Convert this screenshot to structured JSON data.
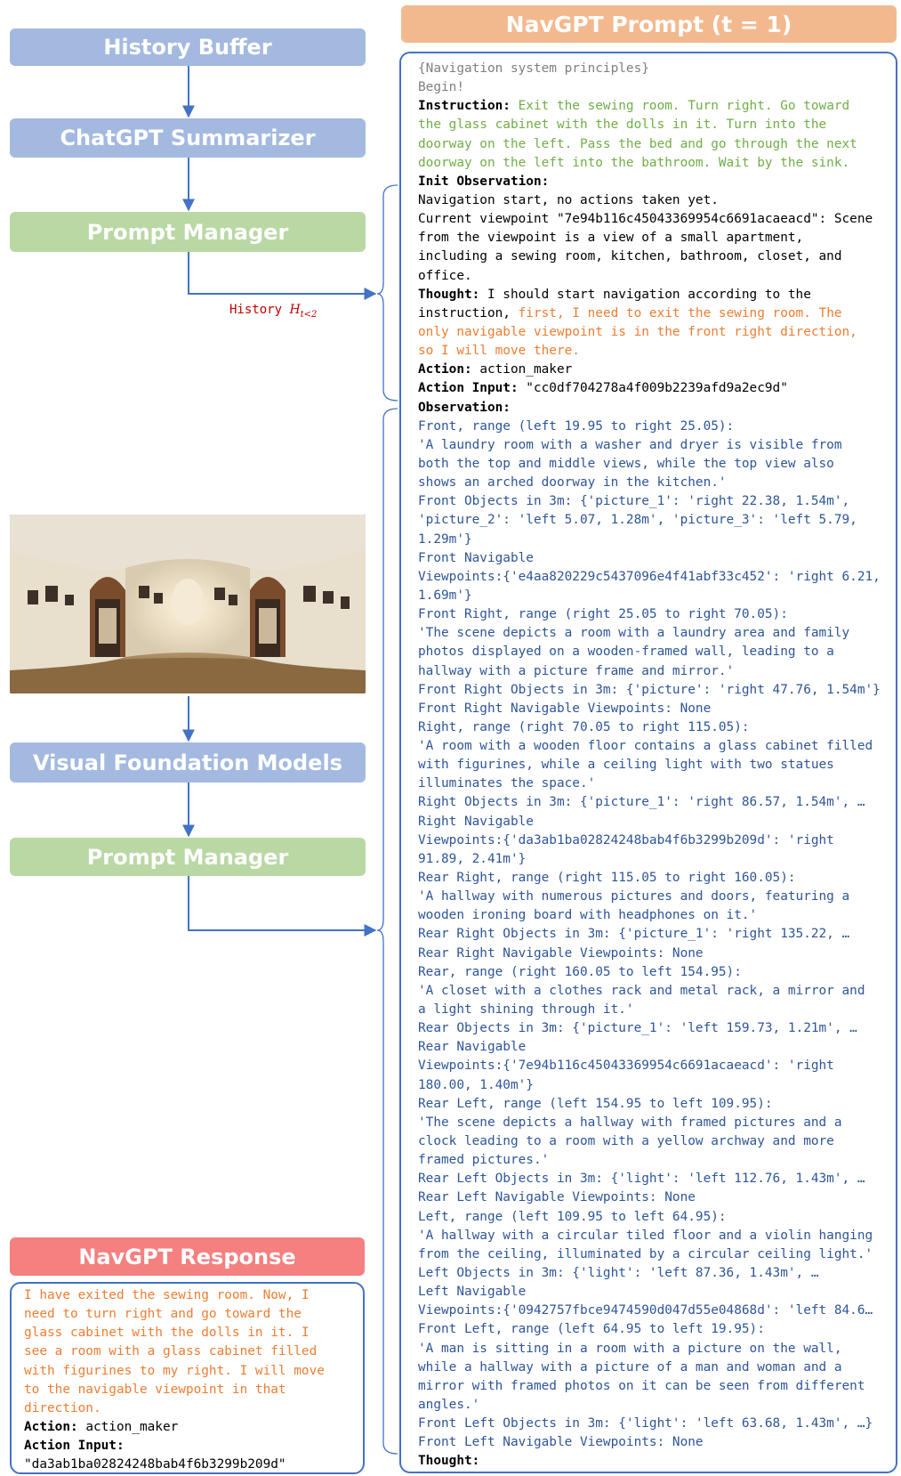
{
  "left": {
    "history_buffer": "History Buffer",
    "summarizer": "ChatGPT Summarizer",
    "prompt_manager_1": "Prompt Manager",
    "history_label_text": "History ",
    "history_label_math": "H",
    "history_label_sub": "t<2",
    "vfm": "Visual Foundation Models",
    "prompt_manager_2": "Prompt Manager"
  },
  "prompt": {
    "title": "NavGPT Prompt (t = 1)",
    "lines": [
      {
        "segs": [
          {
            "c": "c-gray",
            "t": "{Navigation system principles}"
          }
        ]
      },
      {
        "segs": [
          {
            "c": "c-gray",
            "t": "Begin!"
          }
        ]
      },
      {
        "segs": [
          {
            "c": "kw",
            "t": "Instruction:"
          },
          {
            "c": "c-green",
            "t": "  Exit the sewing room. Turn right. Go toward"
          }
        ]
      },
      {
        "segs": [
          {
            "c": "c-green",
            "t": "the glass cabinet with the dolls in it. Turn into the"
          }
        ]
      },
      {
        "segs": [
          {
            "c": "c-green",
            "t": "doorway on the left. Pass the bed and go through the next"
          }
        ]
      },
      {
        "segs": [
          {
            "c": "c-green",
            "t": "doorway on the left into the bathroom. Wait by the sink."
          }
        ]
      },
      {
        "segs": [
          {
            "c": "kw",
            "t": "Init Observation:"
          }
        ]
      },
      {
        "segs": [
          {
            "c": "c-black",
            "t": "Navigation start, no actions taken yet."
          }
        ]
      },
      {
        "segs": [
          {
            "c": "c-black",
            "t": "Current viewpoint \"7e94b116c45043369954c6691acaeacd\": Scene"
          }
        ]
      },
      {
        "segs": [
          {
            "c": "c-black",
            "t": "from the viewpoint is a view of a small apartment,"
          }
        ]
      },
      {
        "segs": [
          {
            "c": "c-black",
            "t": "including a sewing room, kitchen, bathroom, closet, and"
          }
        ]
      },
      {
        "segs": [
          {
            "c": "c-black",
            "t": "office."
          }
        ]
      },
      {
        "segs": [
          {
            "c": "kw",
            "t": "Thought:"
          },
          {
            "c": "c-black",
            "t": " I should start navigation according to the"
          }
        ]
      },
      {
        "segs": [
          {
            "c": "c-black",
            "t": "instruction, "
          },
          {
            "c": "c-orange",
            "t": "first, I need to exit the sewing room. The"
          }
        ]
      },
      {
        "segs": [
          {
            "c": "c-orange",
            "t": "only navigable viewpoint is in the front right direction,"
          }
        ]
      },
      {
        "segs": [
          {
            "c": "c-orange",
            "t": "so I will move there."
          }
        ]
      },
      {
        "segs": [
          {
            "c": "kw",
            "t": "Action:"
          },
          {
            "c": "c-black",
            "t": " action_maker"
          }
        ]
      },
      {
        "segs": [
          {
            "c": "kw",
            "t": "Action Input:"
          },
          {
            "c": "c-black",
            "t": " \"cc0df704278a4f009b2239afd9a2ec9d\""
          }
        ]
      },
      {
        "segs": [
          {
            "c": "kw",
            "t": "Observation:"
          }
        ]
      },
      {
        "segs": [
          {
            "c": "c-blue",
            "t": "Front, range (left 19.95 to right 25.05):"
          }
        ]
      },
      {
        "segs": [
          {
            "c": "c-blue",
            "t": "'A laundry room with a washer and dryer is visible from"
          }
        ]
      },
      {
        "segs": [
          {
            "c": "c-blue",
            "t": "both the top and middle views, while the top view also"
          }
        ]
      },
      {
        "segs": [
          {
            "c": "c-blue",
            "t": "shows an arched doorway in the kitchen.'"
          }
        ]
      },
      {
        "segs": [
          {
            "c": "c-blue",
            "t": "Front Objects in 3m: {'picture_1': 'right 22.38, 1.54m',"
          }
        ]
      },
      {
        "segs": [
          {
            "c": "c-blue",
            "t": "'picture_2': 'left 5.07, 1.28m', 'picture_3': 'left 5.79,"
          }
        ]
      },
      {
        "segs": [
          {
            "c": "c-blue",
            "t": "1.29m'}"
          }
        ]
      },
      {
        "segs": [
          {
            "c": "c-blue",
            "t": "Front Navigable"
          }
        ]
      },
      {
        "segs": [
          {
            "c": "c-blue",
            "t": "Viewpoints:{'e4aa820229c5437096e4f41abf33c452': 'right 6.21,"
          }
        ]
      },
      {
        "segs": [
          {
            "c": "c-blue",
            "t": "1.69m'}"
          }
        ]
      },
      {
        "segs": [
          {
            "c": "c-blue",
            "t": "Front Right, range (right 25.05 to right 70.05):"
          }
        ]
      },
      {
        "segs": [
          {
            "c": "c-blue",
            "t": "'The scene depicts a room with a laundry area and family"
          }
        ]
      },
      {
        "segs": [
          {
            "c": "c-blue",
            "t": "photos displayed on a wooden-framed wall, leading to a"
          }
        ]
      },
      {
        "segs": [
          {
            "c": "c-blue",
            "t": "hallway with a picture frame and mirror.'"
          }
        ]
      },
      {
        "segs": [
          {
            "c": "c-blue",
            "t": "Front Right Objects in 3m: {'picture': 'right 47.76, 1.54m'}"
          }
        ]
      },
      {
        "segs": [
          {
            "c": "c-blue",
            "t": "Front Right Navigable Viewpoints: None"
          }
        ]
      },
      {
        "segs": [
          {
            "c": "c-blue",
            "t": "Right, range (right 70.05 to right 115.05):"
          }
        ]
      },
      {
        "segs": [
          {
            "c": "c-blue",
            "t": "'A room with a wooden floor contains a glass cabinet filled"
          }
        ]
      },
      {
        "segs": [
          {
            "c": "c-blue",
            "t": "with figurines, while a ceiling light with two statues"
          }
        ]
      },
      {
        "segs": [
          {
            "c": "c-blue",
            "t": "illuminates the space.'"
          }
        ]
      },
      {
        "segs": [
          {
            "c": "c-blue",
            "t": "Right Objects in 3m: {'picture_1': 'right 86.57, 1.54m', …"
          }
        ]
      },
      {
        "segs": [
          {
            "c": "c-blue",
            "t": "Right Navigable"
          }
        ]
      },
      {
        "segs": [
          {
            "c": "c-blue",
            "t": "Viewpoints:{'da3ab1ba02824248bab4f6b3299b209d': 'right"
          }
        ]
      },
      {
        "segs": [
          {
            "c": "c-blue",
            "t": "91.89, 2.41m'}"
          }
        ]
      },
      {
        "segs": [
          {
            "c": "c-blue",
            "t": "Rear Right, range (right 115.05 to right 160.05):"
          }
        ]
      },
      {
        "segs": [
          {
            "c": "c-blue",
            "t": "'A hallway with numerous pictures and doors, featuring a"
          }
        ]
      },
      {
        "segs": [
          {
            "c": "c-blue",
            "t": "wooden ironing board with headphones on it.'"
          }
        ]
      },
      {
        "segs": [
          {
            "c": "c-blue",
            "t": "Rear Right Objects in 3m: {'picture_1': 'right 135.22, …"
          }
        ]
      },
      {
        "segs": [
          {
            "c": "c-blue",
            "t": "Rear Right Navigable Viewpoints: None"
          }
        ]
      },
      {
        "segs": [
          {
            "c": "c-blue",
            "t": "Rear, range (right 160.05 to left 154.95):"
          }
        ]
      },
      {
        "segs": [
          {
            "c": "c-blue",
            "t": "'A closet with a clothes rack and metal rack, a mirror and"
          }
        ]
      },
      {
        "segs": [
          {
            "c": "c-blue",
            "t": "a light shining through it.'"
          }
        ]
      },
      {
        "segs": [
          {
            "c": "c-blue",
            "t": "Rear Objects in 3m: {'picture_1': 'left 159.73, 1.21m', …"
          }
        ]
      },
      {
        "segs": [
          {
            "c": "c-blue",
            "t": "Rear Navigable"
          }
        ]
      },
      {
        "segs": [
          {
            "c": "c-blue",
            "t": "Viewpoints:{'7e94b116c45043369954c6691acaeacd': 'right"
          }
        ]
      },
      {
        "segs": [
          {
            "c": "c-blue",
            "t": "180.00, 1.40m'}"
          }
        ]
      },
      {
        "segs": [
          {
            "c": "c-blue",
            "t": "Rear Left, range (left 154.95 to left 109.95):"
          }
        ]
      },
      {
        "segs": [
          {
            "c": "c-blue",
            "t": "'The scene depicts a hallway with framed pictures and a"
          }
        ]
      },
      {
        "segs": [
          {
            "c": "c-blue",
            "t": "clock leading to a room with a yellow archway and more"
          }
        ]
      },
      {
        "segs": [
          {
            "c": "c-blue",
            "t": "framed pictures.'"
          }
        ]
      },
      {
        "segs": [
          {
            "c": "c-blue",
            "t": "Rear Left Objects in 3m: {'light': 'left 112.76, 1.43m', …"
          }
        ]
      },
      {
        "segs": [
          {
            "c": "c-blue",
            "t": "Rear Left Navigable Viewpoints: None"
          }
        ]
      },
      {
        "segs": [
          {
            "c": "c-blue",
            "t": "Left, range (left 109.95 to left 64.95):"
          }
        ]
      },
      {
        "segs": [
          {
            "c": "c-blue",
            "t": "'A hallway with a circular tiled floor and a violin hanging"
          }
        ]
      },
      {
        "segs": [
          {
            "c": "c-blue",
            "t": "from the ceiling, illuminated by a circular ceiling light.'"
          }
        ]
      },
      {
        "segs": [
          {
            "c": "c-blue",
            "t": "Left Objects in 3m: {'light': 'left 87.36, 1.43m', …"
          }
        ]
      },
      {
        "segs": [
          {
            "c": "c-blue",
            "t": "Left Navigable"
          }
        ]
      },
      {
        "segs": [
          {
            "c": "c-blue",
            "t": "Viewpoints:{'0942757fbce9474590d047d55e04868d': 'left 84.6…"
          }
        ]
      },
      {
        "segs": [
          {
            "c": "c-blue",
            "t": "Front Left, range (left 64.95 to left 19.95):"
          }
        ]
      },
      {
        "segs": [
          {
            "c": "c-blue",
            "t": "'A man is sitting in a room with a picture on the wall,"
          }
        ]
      },
      {
        "segs": [
          {
            "c": "c-blue",
            "t": "while a hallway with a picture of a man and woman and a"
          }
        ]
      },
      {
        "segs": [
          {
            "c": "c-blue",
            "t": "mirror with framed photos on it can be seen from different"
          }
        ]
      },
      {
        "segs": [
          {
            "c": "c-blue",
            "t": "angles.'"
          }
        ]
      },
      {
        "segs": [
          {
            "c": "c-blue",
            "t": "Front Left Objects in 3m: {'light': 'left 63.68, 1.43m', …}"
          }
        ]
      },
      {
        "segs": [
          {
            "c": "c-blue",
            "t": "Front Left Navigable Viewpoints: None"
          }
        ]
      },
      {
        "segs": [
          {
            "c": "kw",
            "t": "Thought:"
          }
        ]
      }
    ]
  },
  "response": {
    "title": "NavGPT Response",
    "lines": [
      {
        "segs": [
          {
            "c": "c-orange",
            "t": "I have exited the sewing room. Now, I"
          }
        ]
      },
      {
        "segs": [
          {
            "c": "c-orange",
            "t": "need to turn right and go toward the"
          }
        ]
      },
      {
        "segs": [
          {
            "c": "c-orange",
            "t": "glass cabinet with the dolls in it. I"
          }
        ]
      },
      {
        "segs": [
          {
            "c": "c-orange",
            "t": "see a room with a glass cabinet filled"
          }
        ]
      },
      {
        "segs": [
          {
            "c": "c-orange",
            "t": "with figurines to my right. I will move"
          }
        ]
      },
      {
        "segs": [
          {
            "c": "c-orange",
            "t": "to the navigable viewpoint in that"
          }
        ]
      },
      {
        "segs": [
          {
            "c": "c-orange",
            "t": "direction."
          }
        ]
      },
      {
        "segs": [
          {
            "c": "kw",
            "t": "Action:"
          },
          {
            "c": "c-black",
            "t": " action_maker"
          }
        ]
      },
      {
        "segs": [
          {
            "c": "kw",
            "t": "Action Input:"
          }
        ]
      },
      {
        "segs": [
          {
            "c": "c-black",
            "t": "\"da3ab1ba02824248bab4f6b3299b209d\""
          }
        ]
      }
    ]
  },
  "colors": {
    "blue_box": "#a3b9e0",
    "green_box": "#b9d8a4",
    "orange_box": "#f3b98e",
    "red_box": "#f48080",
    "arrow": "#4472c4",
    "history_label": "#c00000"
  }
}
